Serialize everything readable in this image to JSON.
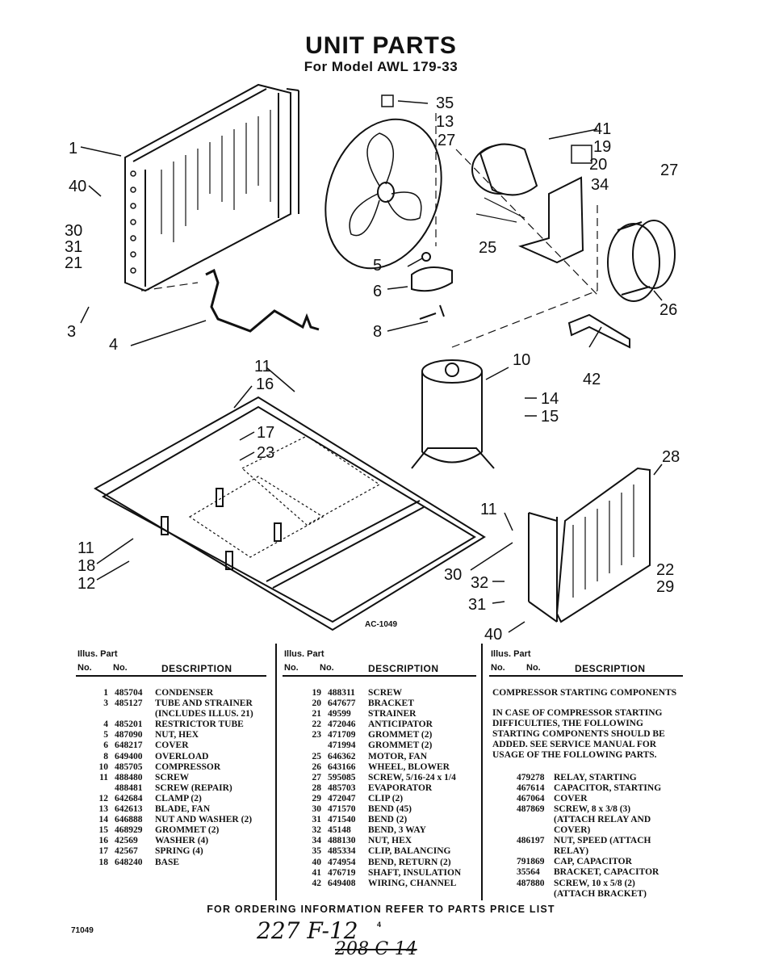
{
  "header": {
    "title": "UNIT PARTS",
    "subtitle": "For Model AWL 179-33"
  },
  "diagram": {
    "drawing_code": "AC-1049",
    "callouts": [
      "1",
      "40",
      "30",
      "31",
      "21",
      "3",
      "4",
      "35",
      "13",
      "27",
      "41",
      "19",
      "20",
      "34",
      "27",
      "25",
      "5",
      "6",
      "8",
      "26",
      "11",
      "16",
      "17",
      "23",
      "10",
      "14",
      "15",
      "42",
      "28",
      "11",
      "18",
      "12",
      "11",
      "30",
      "32",
      "31",
      "40",
      "22",
      "29"
    ]
  },
  "table": {
    "header": {
      "line1": "Illus. Part",
      "col_illus": "No.",
      "col_part": "No.",
      "col_desc": "DESCRIPTION"
    },
    "column1": [
      {
        "illus": "1",
        "part": "485704",
        "desc": "CONDENSER"
      },
      {
        "illus": "3",
        "part": "485127",
        "desc": "TUBE AND STRAINER"
      },
      {
        "illus": "",
        "part": "",
        "desc": "(INCLUDES ILLUS. 21)"
      },
      {
        "illus": "4",
        "part": "485201",
        "desc": "RESTRICTOR TUBE"
      },
      {
        "illus": "5",
        "part": "487090",
        "desc": "NUT, HEX"
      },
      {
        "illus": "6",
        "part": "648217",
        "desc": "COVER"
      },
      {
        "illus": "8",
        "part": "649400",
        "desc": "OVERLOAD"
      },
      {
        "illus": "10",
        "part": "485705",
        "desc": "COMPRESSOR"
      },
      {
        "illus": "11",
        "part": "488480",
        "desc": "SCREW"
      },
      {
        "illus": "",
        "part": "488481",
        "desc": "SCREW (REPAIR)"
      },
      {
        "illus": "12",
        "part": "642684",
        "desc": "CLAMP (2)"
      },
      {
        "illus": "13",
        "part": "642613",
        "desc": "BLADE, FAN"
      },
      {
        "illus": "14",
        "part": "646888",
        "desc": "NUT AND WASHER (2)"
      },
      {
        "illus": "15",
        "part": "468929",
        "desc": "GROMMET (2)"
      },
      {
        "illus": "16",
        "part": "42569",
        "desc": "WASHER (4)"
      },
      {
        "illus": "17",
        "part": "42567",
        "desc": "SPRING (4)"
      },
      {
        "illus": "18",
        "part": "648240",
        "desc": "BASE"
      }
    ],
    "column2": [
      {
        "illus": "19",
        "part": "488311",
        "desc": "SCREW"
      },
      {
        "illus": "20",
        "part": "647677",
        "desc": "BRACKET"
      },
      {
        "illus": "21",
        "part": "49599",
        "desc": "STRAINER"
      },
      {
        "illus": "22",
        "part": "472046",
        "desc": "ANTICIPATOR"
      },
      {
        "illus": "23",
        "part": "471709",
        "desc": "GROMMET (2)"
      },
      {
        "illus": "",
        "part": "471994",
        "desc": "GROMMET (2)"
      },
      {
        "illus": "25",
        "part": "646362",
        "desc": "MOTOR, FAN"
      },
      {
        "illus": "26",
        "part": "643166",
        "desc": "WHEEL, BLOWER"
      },
      {
        "illus": "27",
        "part": "595085",
        "desc": "SCREW, 5/16-24 x 1/4"
      },
      {
        "illus": "28",
        "part": "485703",
        "desc": "EVAPORATOR"
      },
      {
        "illus": "29",
        "part": "472047",
        "desc": "CLIP (2)"
      },
      {
        "illus": "30",
        "part": "471570",
        "desc": "BEND (45)"
      },
      {
        "illus": "31",
        "part": "471540",
        "desc": "BEND (2)"
      },
      {
        "illus": "32",
        "part": "45148",
        "desc": "BEND, 3 WAY"
      },
      {
        "illus": "34",
        "part": "488130",
        "desc": "NUT, HEX"
      },
      {
        "illus": "35",
        "part": "485334",
        "desc": "CLIP, BALANCING"
      },
      {
        "illus": "40",
        "part": "474954",
        "desc": "BEND, RETURN (2)"
      },
      {
        "illus": "41",
        "part": "476719",
        "desc": "SHAFT, INSULATION"
      },
      {
        "illus": "42",
        "part": "649408",
        "desc": "WIRING, CHANNEL"
      }
    ],
    "column3": {
      "heading": "COMPRESSOR STARTING COMPONENTS",
      "note": "IN CASE OF COMPRESSOR STARTING DIFFICULTIES, THE FOLLOWING STARTING COMPONENTS SHOULD BE ADDED. SEE SERVICE MANUAL FOR USAGE OF THE FOLLOWING PARTS.",
      "rows": [
        {
          "illus": "",
          "part": "479278",
          "desc": "RELAY, STARTING"
        },
        {
          "illus": "",
          "part": "467614",
          "desc": "CAPACITOR, STARTING"
        },
        {
          "illus": "",
          "part": "467064",
          "desc": "COVER"
        },
        {
          "illus": "",
          "part": "487869",
          "desc": "SCREW, 8 x 3/8 (3)"
        },
        {
          "illus": "",
          "part": "",
          "desc": "(ATTACH RELAY AND"
        },
        {
          "illus": "",
          "part": "",
          "desc": "COVER)"
        },
        {
          "illus": "",
          "part": "486197",
          "desc": "NUT, SPEED (ATTACH"
        },
        {
          "illus": "",
          "part": "",
          "desc": "RELAY)"
        },
        {
          "illus": "",
          "part": "791869",
          "desc": "CAP, CAPACITOR"
        },
        {
          "illus": "",
          "part": "35564",
          "desc": "BRACKET, CAPACITOR"
        },
        {
          "illus": "",
          "part": "487880",
          "desc": "SCREW, 10 x 5/8 (2)"
        },
        {
          "illus": "",
          "part": "",
          "desc": "(ATTACH BRACKET)"
        }
      ]
    }
  },
  "footer": {
    "ordering_note": "FOR ORDERING INFORMATION REFER TO PARTS PRICE LIST",
    "doc_code": "71049",
    "page_number": "4",
    "handwritten_1": "227 F-12",
    "handwritten_2": "208-C-14"
  }
}
